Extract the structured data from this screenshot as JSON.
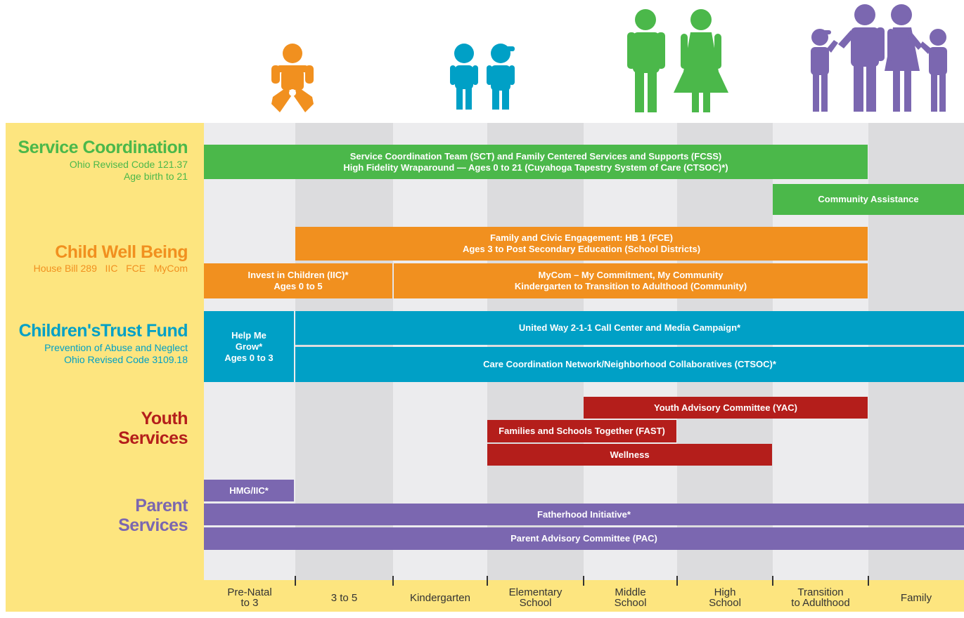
{
  "colors": {
    "green": "#4bb84a",
    "orange": "#f1901f",
    "blue": "#00a0c6",
    "red": "#b41e1b",
    "purple": "#7b67b0",
    "sidebar": "#fde57f",
    "grid_light": "#ececee",
    "grid_dark": "#dcdcde"
  },
  "icons": {
    "baby": "baby-icon",
    "children": "children-icon",
    "teens": "teens-icon",
    "family": "family-icon"
  },
  "sections": {
    "service_coordination": {
      "title": "Service Coordination",
      "subtitle": "Ohio Revised Code 121.37\nAge birth to 21"
    },
    "child_well_being": {
      "title": "Child Well Being",
      "subtitle": "House Bill 289   IIC   FCE   MyCom"
    },
    "childrens_trust_fund": {
      "title": "Children'sTrust Fund",
      "subtitle": "Prevention of Abuse and Neglect\nOhio Revised Code 3109.18"
    },
    "youth_services": {
      "title": "Youth\nServices"
    },
    "parent_services": {
      "title": "Parent\nServices"
    }
  },
  "bars": {
    "sct": "Service Coordination Team (SCT) and Family Centered Services and Supports (FCSS)\nHigh Fidelity Wraparound — Ages 0 to 21 (Cuyahoga Tapestry System of Care (CTSOC)*)",
    "community_assistance": "Community Assistance",
    "fce": "Family and Civic Engagement: HB 1 (FCE)\nAges 3 to Post Secondary Education (School Districts)",
    "iic": "Invest in Children (IIC)*\nAges 0 to 5",
    "mycom": "MyCom – My Commitment, My Community\nKindergarten to Transition to Adulthood (Community)",
    "help_me_grow": "Help Me\nGrow*\nAges 0 to 3",
    "united_way": "United Way 2-1-1 Call Center and Media Campaign*",
    "care_coordination": "Care Coordination Network/Neighborhood Collaboratives (CTSOC)*",
    "yac": "Youth Advisory Committee (YAC)",
    "fast": "Families and Schools Together (FAST)",
    "wellness": "Wellness",
    "hmg_iic": "HMG/IIC*",
    "fatherhood": "Fatherhood Initiative*",
    "pac": "Parent Advisory Committee (PAC)"
  },
  "stages": [
    "Pre-Natal\nto 3",
    "3 to 5",
    "Kindergarten",
    "Elementary\nSchool",
    "Middle\nSchool",
    "High\nSchool",
    "Transition\nto Adulthood",
    "Family"
  ]
}
